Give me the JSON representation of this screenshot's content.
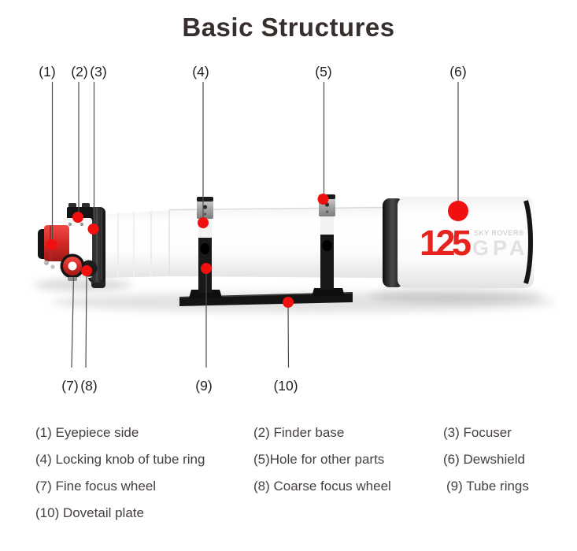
{
  "title": "Basic Structures",
  "callouts": {
    "top": [
      "(1)",
      "(2)",
      "(3)",
      "(4)",
      "(5)",
      "(6)"
    ],
    "bottom": [
      "(7)",
      "(8)",
      "(9)",
      "(10)"
    ]
  },
  "legend": {
    "items": [
      "(1) Eyepiece side",
      "(2) Finder base",
      "(3) Focuser",
      "(4) Locking knob of tube ring",
      "(5)Hole for other parts",
      "(6) Dewshield",
      "(7) Fine focus wheel",
      "(8) Coarse focus wheel",
      "(9) Tube rings",
      "(10) Dovetail plate"
    ]
  },
  "product": {
    "model": "125",
    "maker": "SKY ROVER®",
    "series": "GPA"
  },
  "colors": {
    "callout_dot": "#f01010",
    "brand_red": "#e8231e",
    "text_dark": "#453f3e",
    "leader_line": "#4d4d4d"
  }
}
